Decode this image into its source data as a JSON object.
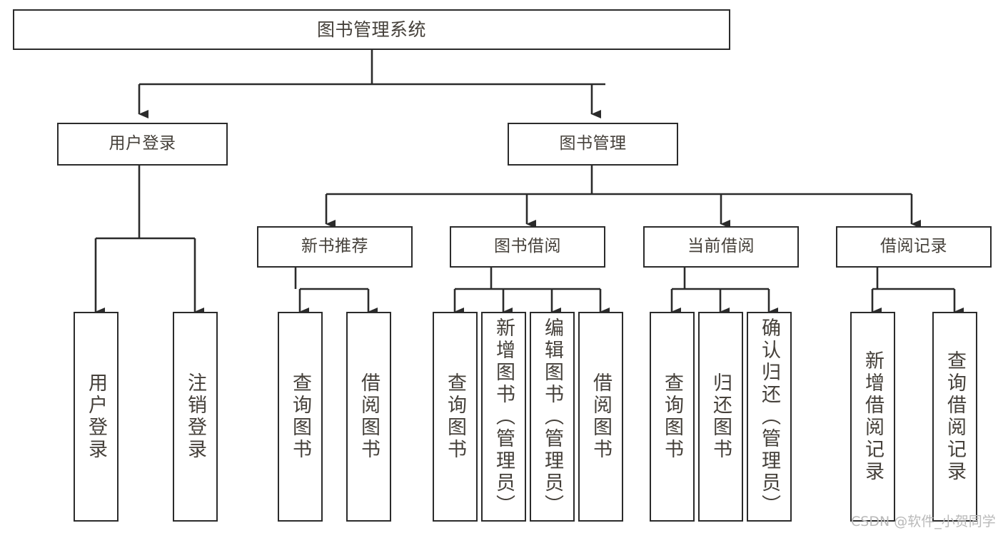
{
  "diagram": {
    "title": "图书管理系统",
    "type": "tree-structure-chart",
    "colors": {
      "box_border": "#2b2b2b",
      "box_fill": "#ffffff",
      "text": "#45403a",
      "edge": "#2b2b2b",
      "watermark": "#b9b9b9",
      "background": "#ffffff"
    }
  },
  "nodes": {
    "root": {
      "label": "图书管理系统"
    },
    "level2": [
      {
        "label": "用户登录"
      },
      {
        "label": "图书管理"
      }
    ],
    "level3": [
      {
        "label": "新书推荐"
      },
      {
        "label": "图书借阅"
      },
      {
        "label": "当前借阅"
      },
      {
        "label": "借阅记录"
      }
    ],
    "leaves": {
      "user_login": [
        {
          "label": "用户登录"
        },
        {
          "label": "注销登录"
        }
      ],
      "new_book_recommend": [
        {
          "label": "查询图书"
        },
        {
          "label": "借阅图书"
        }
      ],
      "book_borrow": [
        {
          "label": "查询图书"
        },
        {
          "label": "新增图书（管理员）"
        },
        {
          "label": "编辑图书（管理员）"
        },
        {
          "label": "借阅图书"
        }
      ],
      "current_borrow": [
        {
          "label": "查询图书"
        },
        {
          "label": "归还图书"
        },
        {
          "label": "确认归还（管理员）"
        }
      ],
      "borrow_record": [
        {
          "label": "新增借阅记录"
        },
        {
          "label": "查询借阅记录"
        }
      ]
    }
  },
  "watermark": {
    "text": "CSDN @软件_小贺同学"
  }
}
